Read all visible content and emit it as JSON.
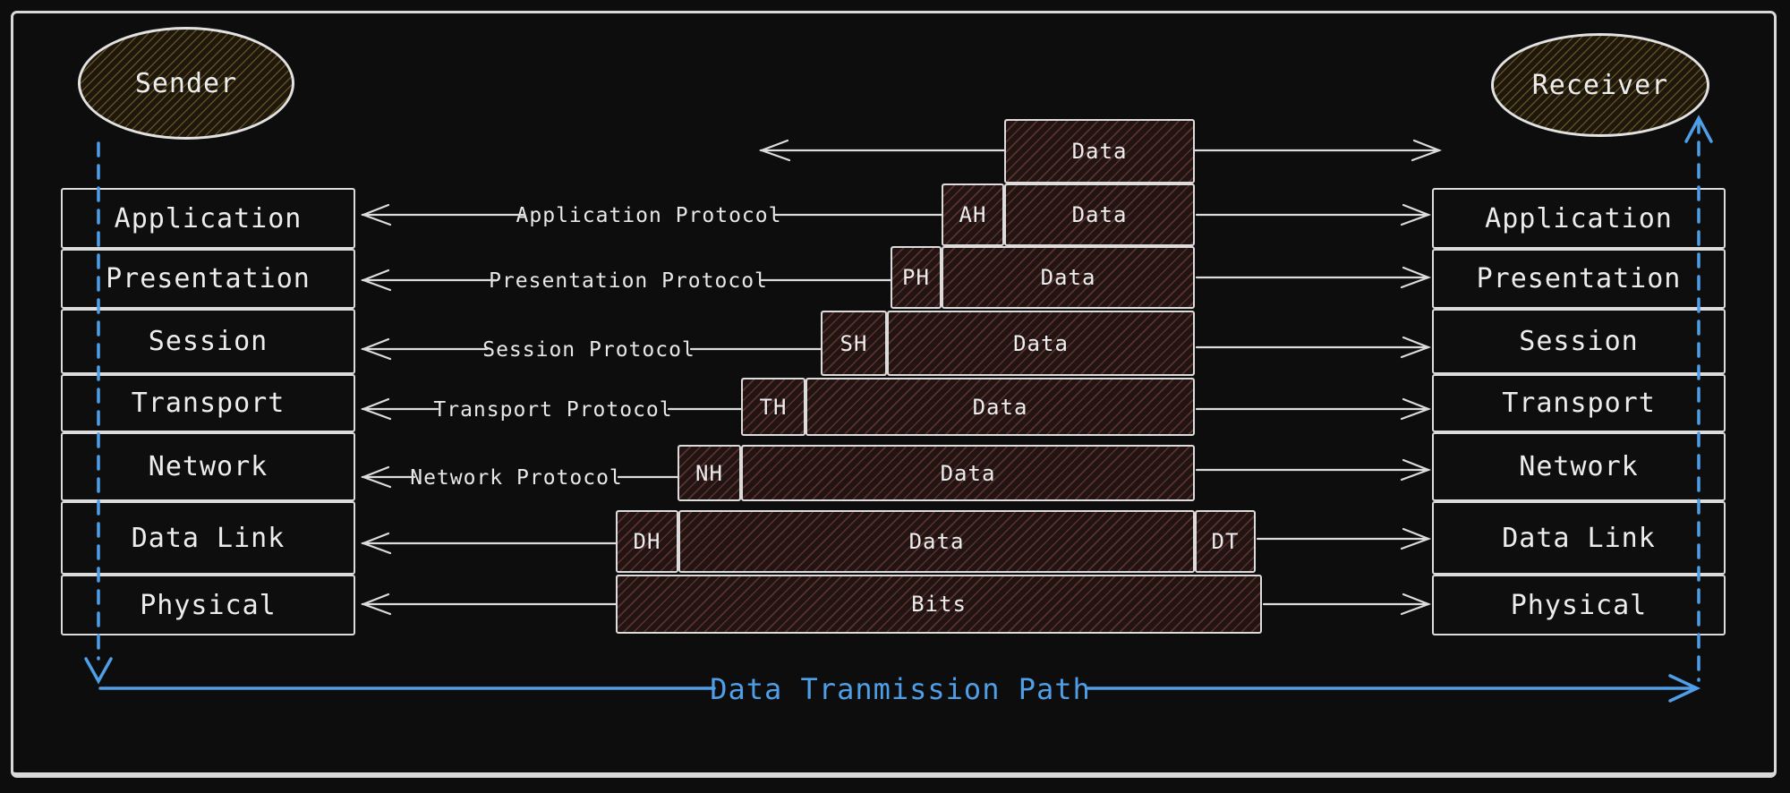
{
  "title": {
    "label": "Data Tranmission Path"
  },
  "sender": {
    "label": "Sender"
  },
  "receiver": {
    "label": "Receiver"
  },
  "layers": [
    "Application",
    "Presentation",
    "Session",
    "Transport",
    "Network",
    "Data Link",
    "Physical"
  ],
  "protocols": [
    "Application Protocol",
    "Presentation Protocol",
    "Session Protocol",
    "Transport Protocol",
    "Network Protocol"
  ],
  "encapsulation": {
    "data_label": "Data",
    "bits_label": "Bits",
    "headers": [
      "AH",
      "PH",
      "SH",
      "TH",
      "NH"
    ],
    "data_link_header": "DH",
    "data_link_trailer": "DT"
  },
  "colors": {
    "background": "#0d0d0d",
    "chalk_stroke": "#dcdcdc",
    "text": "#ededed",
    "accent_blue": "#4f9fe8",
    "box_hatch_red": "#5e2f2a",
    "ellipse_hatch_olive": "#8a6d2f"
  }
}
